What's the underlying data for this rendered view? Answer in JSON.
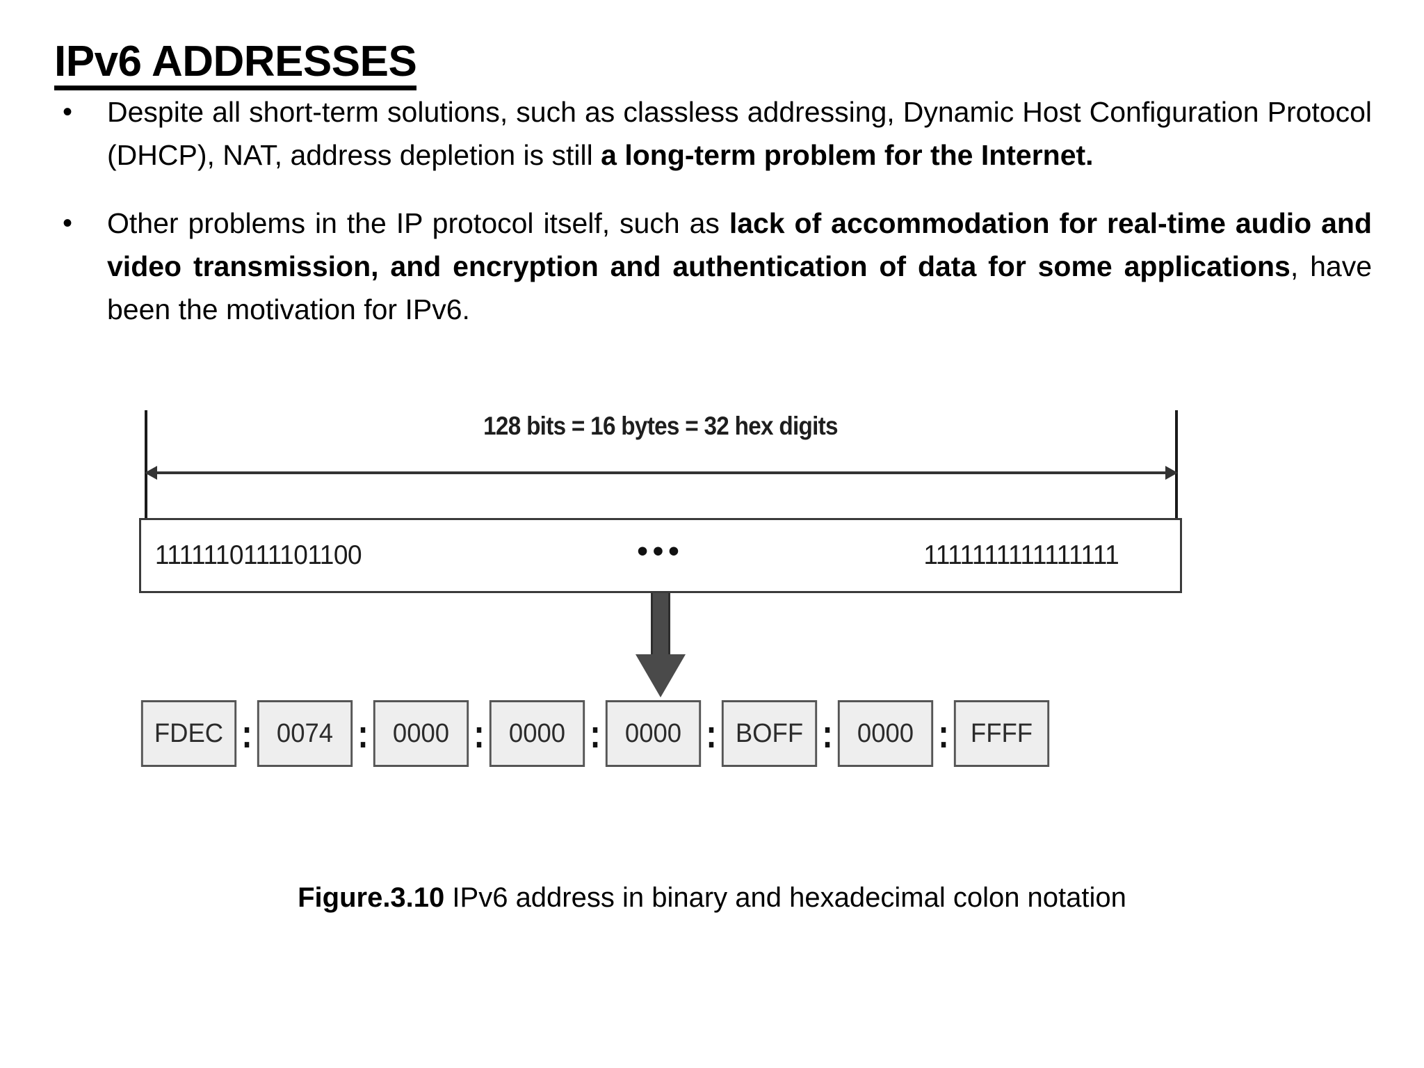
{
  "slide": {
    "title": "IPv6 ADDRESSES",
    "bullet_marker": "•",
    "bullets": [
      {
        "segments": [
          {
            "text": "Despite all short-term solutions, such as classless addressing, Dynamic Host Configuration Protocol (DHCP), NAT, address depletion is still ",
            "bold": false
          },
          {
            "text": "a long-term problem for the Internet.",
            "bold": true
          }
        ]
      },
      {
        "segments": [
          {
            "text": "Other problems in the IP protocol itself, such as ",
            "bold": false
          },
          {
            "text": "lack of accommodation for real-time audio and video transmission, and encryption and authentication of data for some applications",
            "bold": true
          },
          {
            "text": ", have been the motivation for IPv6.",
            "bold": false
          }
        ]
      }
    ],
    "figure": {
      "span_label": "128 bits = 16 bytes = 32 hex digits",
      "binary_left": "1111110111101100",
      "binary_right": "1111111111111111",
      "ellipsis": "•••",
      "hex_separator": ":",
      "hex_groups": [
        "FDEC",
        "0074",
        "0000",
        "0000",
        "0000",
        "BOFF",
        "0000",
        "FFFF"
      ]
    },
    "caption": {
      "label": "Figure.3.10",
      "text": " IPv6 address in binary and hexadecimal colon notation"
    }
  }
}
